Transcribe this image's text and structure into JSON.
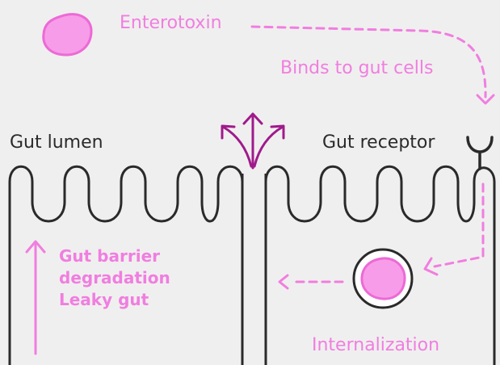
{
  "labels": {
    "enterotoxin": "Enterotoxin",
    "binds": "Binds to gut cells",
    "lumen": "Gut lumen",
    "receptor": "Gut receptor",
    "barrier_lines": [
      "Gut barrier",
      "degradation",
      "Leaky gut"
    ],
    "internalization": "Internalization"
  },
  "colors": {
    "background": "#f0efef",
    "accent_pink": "#f07ee0",
    "toxin_fill": "#f79ce9",
    "toxin_stroke": "#ec6ad6",
    "arrow_purple": "#a01a8c",
    "ink": "#2a2a2a"
  }
}
